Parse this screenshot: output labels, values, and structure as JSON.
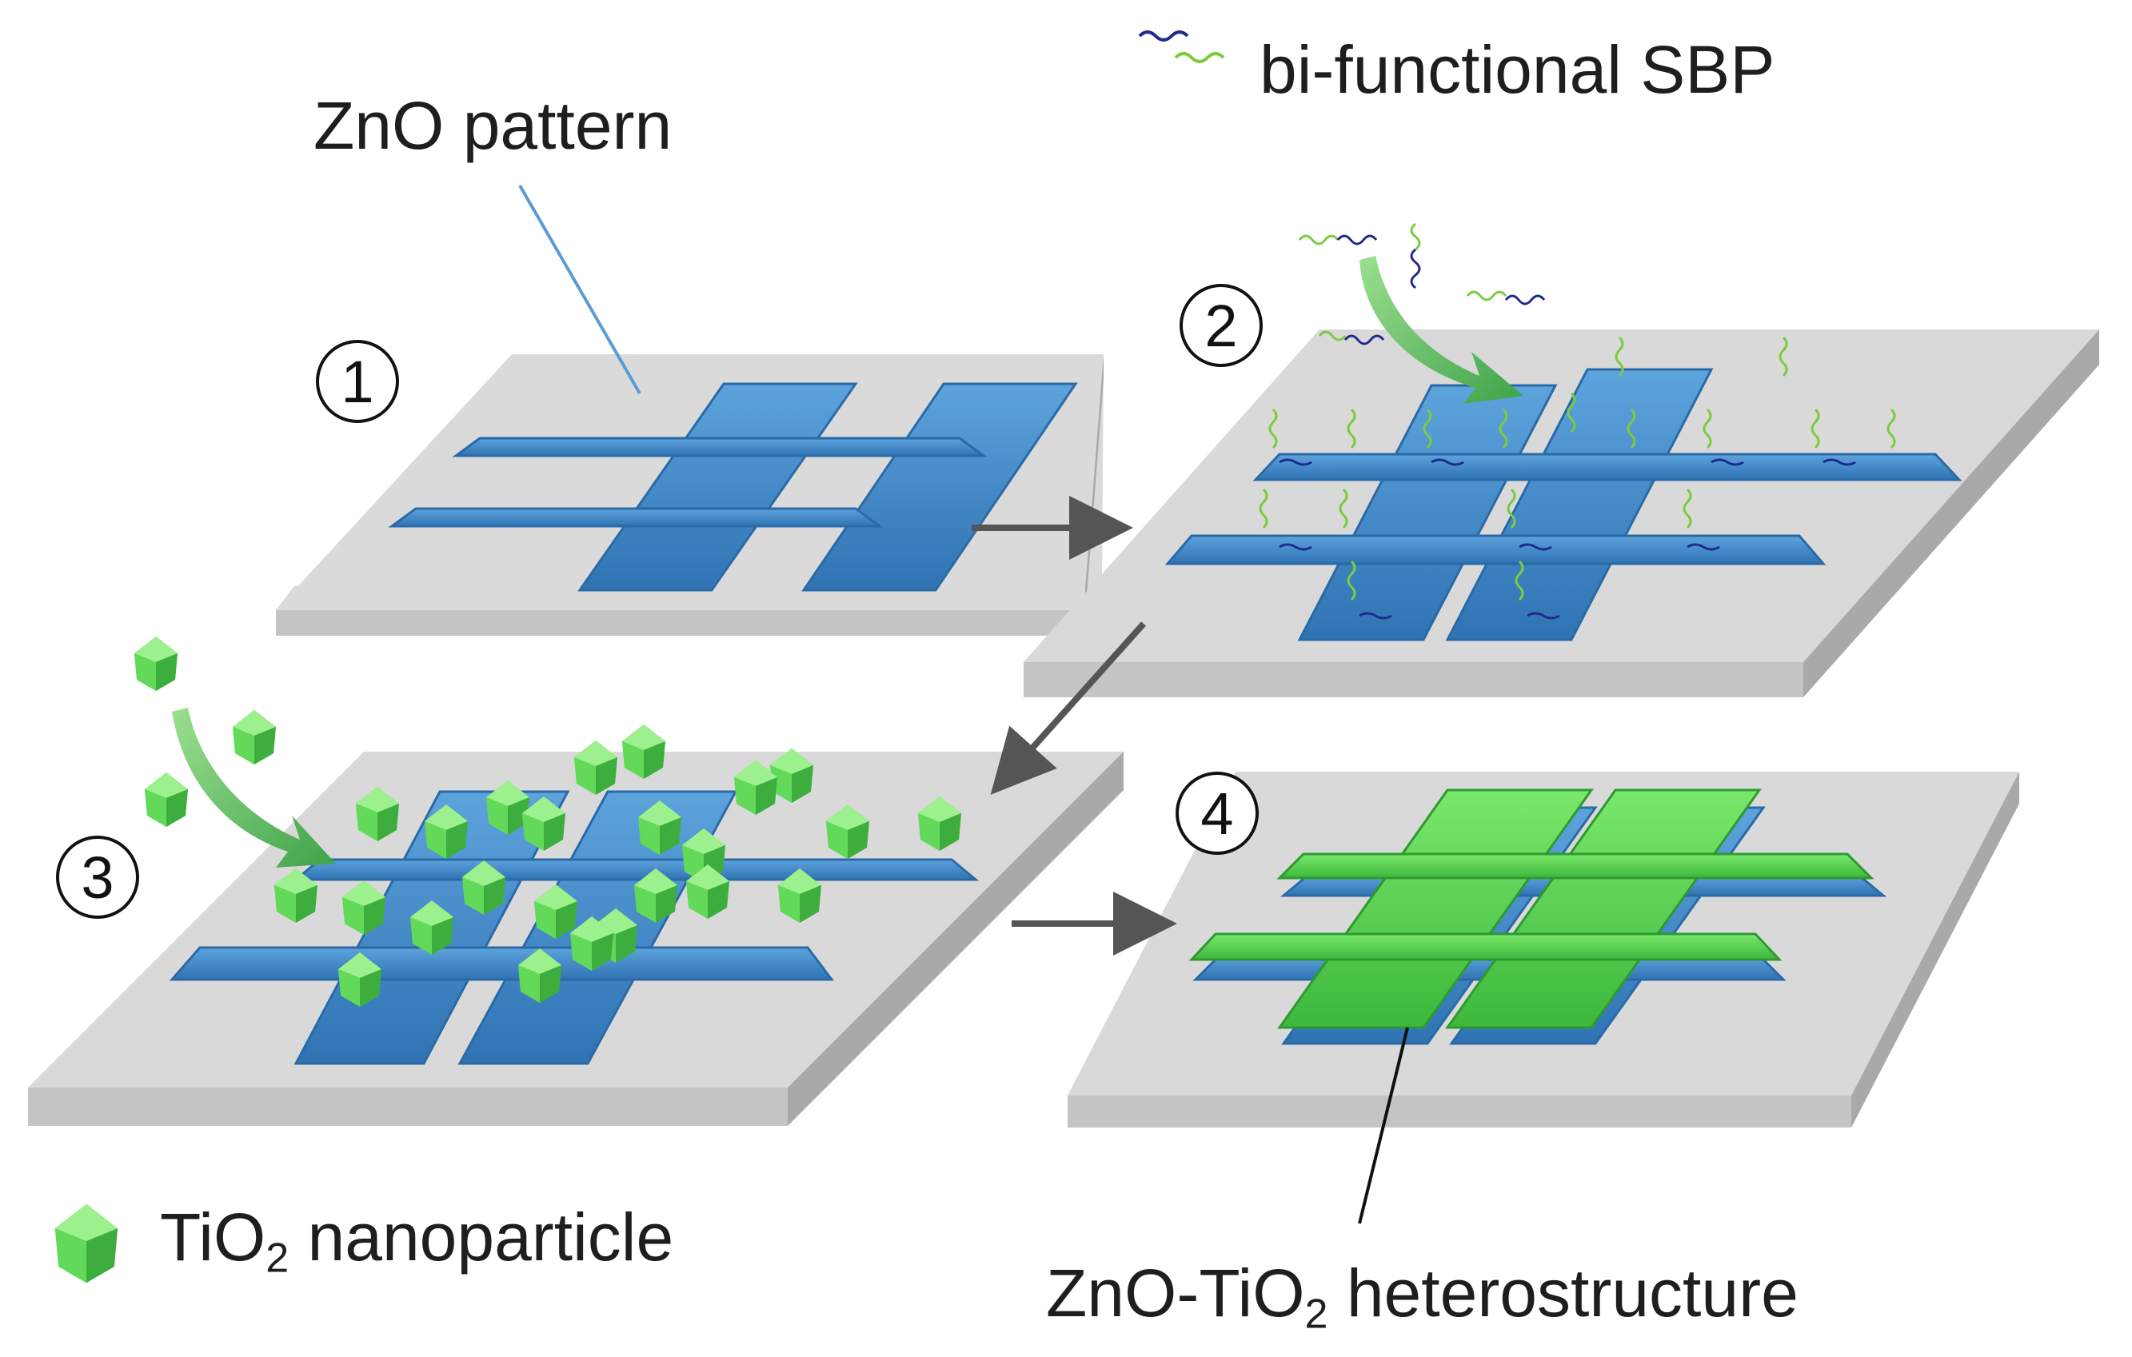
{
  "labels": {
    "zno_pattern": "ZnO pattern",
    "sbp_legend": "bi-functional SBP",
    "tio2_prefix": "TiO",
    "tio2_sub": "2",
    "tio2_suffix": " nanoparticle",
    "hetero_prefix": "ZnO-TiO",
    "hetero_sub": "2",
    "hetero_suffix": " heterostructure"
  },
  "steps": [
    "1",
    "2",
    "3",
    "4"
  ],
  "colors": {
    "substrate_top": "#d9d9d9",
    "substrate_side": "#bdbdbd",
    "zno": "#3f86c6",
    "zno_dark": "#2a6aa6",
    "tio2": "#5ad44f",
    "tio2_dark": "#3aa83a",
    "peptide_green": "#7ccb3e",
    "peptide_blue": "#1f2a8c",
    "arrow_gray": "#555555",
    "curve_arrow": "#45b04f"
  }
}
